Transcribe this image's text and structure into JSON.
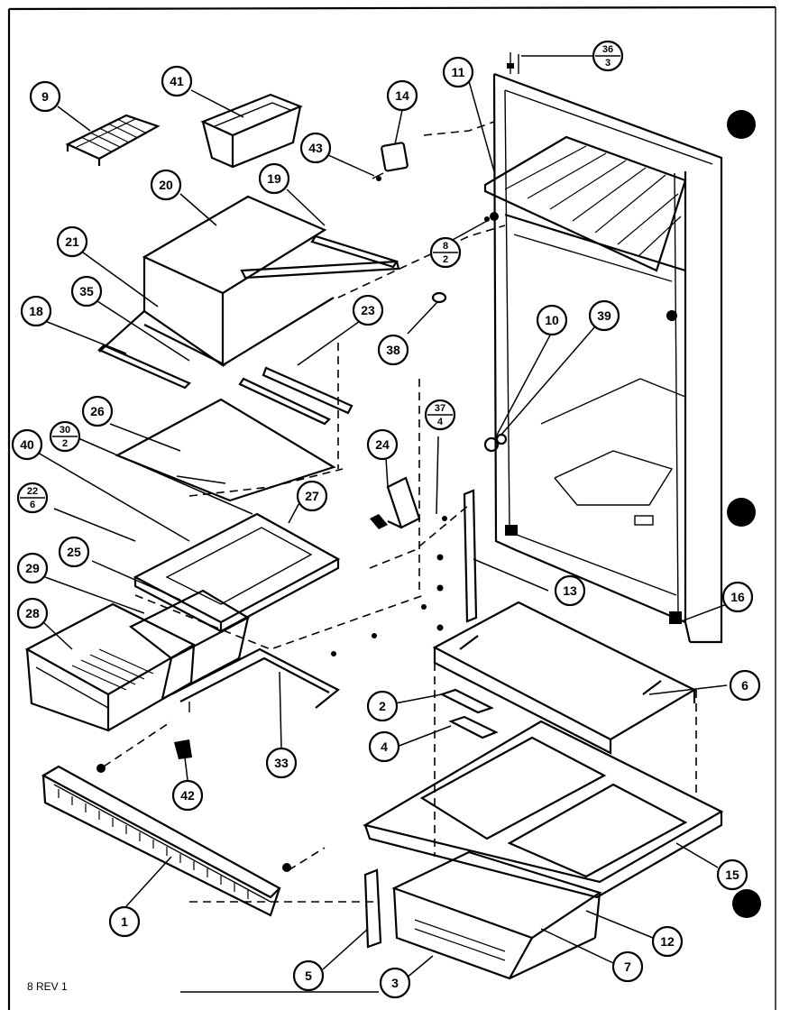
{
  "callouts": [
    {
      "id": "c1",
      "label": "1"
    },
    {
      "id": "c2",
      "label": "2"
    },
    {
      "id": "c3",
      "label": "3"
    },
    {
      "id": "c4",
      "label": "4"
    },
    {
      "id": "c5",
      "label": "5"
    },
    {
      "id": "c6",
      "label": "6"
    },
    {
      "id": "c7",
      "label": "7"
    },
    {
      "id": "c9",
      "label": "9"
    },
    {
      "id": "c10",
      "label": "10"
    },
    {
      "id": "c11",
      "label": "11"
    },
    {
      "id": "c12",
      "label": "12"
    },
    {
      "id": "c13",
      "label": "13"
    },
    {
      "id": "c14",
      "label": "14"
    },
    {
      "id": "c15",
      "label": "15"
    },
    {
      "id": "c16",
      "label": "16"
    },
    {
      "id": "c18",
      "label": "18"
    },
    {
      "id": "c19",
      "label": "19"
    },
    {
      "id": "c20",
      "label": "20"
    },
    {
      "id": "c21",
      "label": "21"
    },
    {
      "id": "c23",
      "label": "23"
    },
    {
      "id": "c24",
      "label": "24"
    },
    {
      "id": "c25",
      "label": "25"
    },
    {
      "id": "c26",
      "label": "26"
    },
    {
      "id": "c27",
      "label": "27"
    },
    {
      "id": "c28",
      "label": "28"
    },
    {
      "id": "c29",
      "label": "29"
    },
    {
      "id": "c33",
      "label": "33"
    },
    {
      "id": "c35",
      "label": "35"
    },
    {
      "id": "c38",
      "label": "38"
    },
    {
      "id": "c39",
      "label": "39"
    },
    {
      "id": "c40",
      "label": "40"
    },
    {
      "id": "c41",
      "label": "41"
    },
    {
      "id": "c42",
      "label": "42"
    },
    {
      "id": "c43",
      "label": "43"
    },
    {
      "id": "c8-2",
      "label": "8",
      "sub": "2"
    },
    {
      "id": "c22-6",
      "label": "22",
      "sub": "6"
    },
    {
      "id": "c30-2",
      "label": "30",
      "sub": "2"
    },
    {
      "id": "c36-3",
      "label": "36",
      "sub": "3"
    },
    {
      "id": "c37-4",
      "label": "37",
      "sub": "4"
    }
  ],
  "revision": "8 REV 1"
}
